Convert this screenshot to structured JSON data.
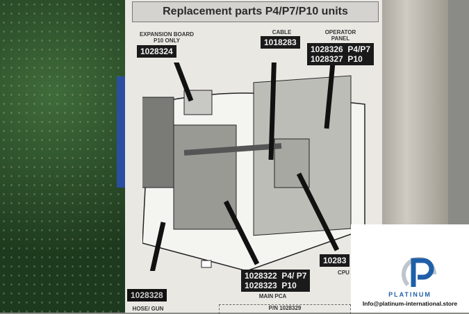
{
  "label": {
    "title": "Replacement parts P4/P7/P10 units",
    "expansion_board": {
      "caption": "EXPANSION BOARD\nP10 ONLY",
      "part": "1028324"
    },
    "cable": {
      "caption": "CABLE",
      "part": "1018283"
    },
    "operator_panel": {
      "caption": "OPERATOR\nPANEL",
      "part": "1028326  P4/P7\n1028327  P10"
    },
    "main_pca": {
      "caption": "MAIN PCA",
      "part": "1028322  P4/ P7\n1028323  P10"
    },
    "hose_gun": {
      "caption": "HOSE/ GUN",
      "part": "1028328"
    },
    "cpu": {
      "caption": "CPU",
      "part": "10283"
    },
    "pn": "P/N 1028329"
  },
  "watermark": {
    "brand": "PLATINUM",
    "email": "Info@platinum-international.store",
    "color": "#1f5fa8"
  }
}
